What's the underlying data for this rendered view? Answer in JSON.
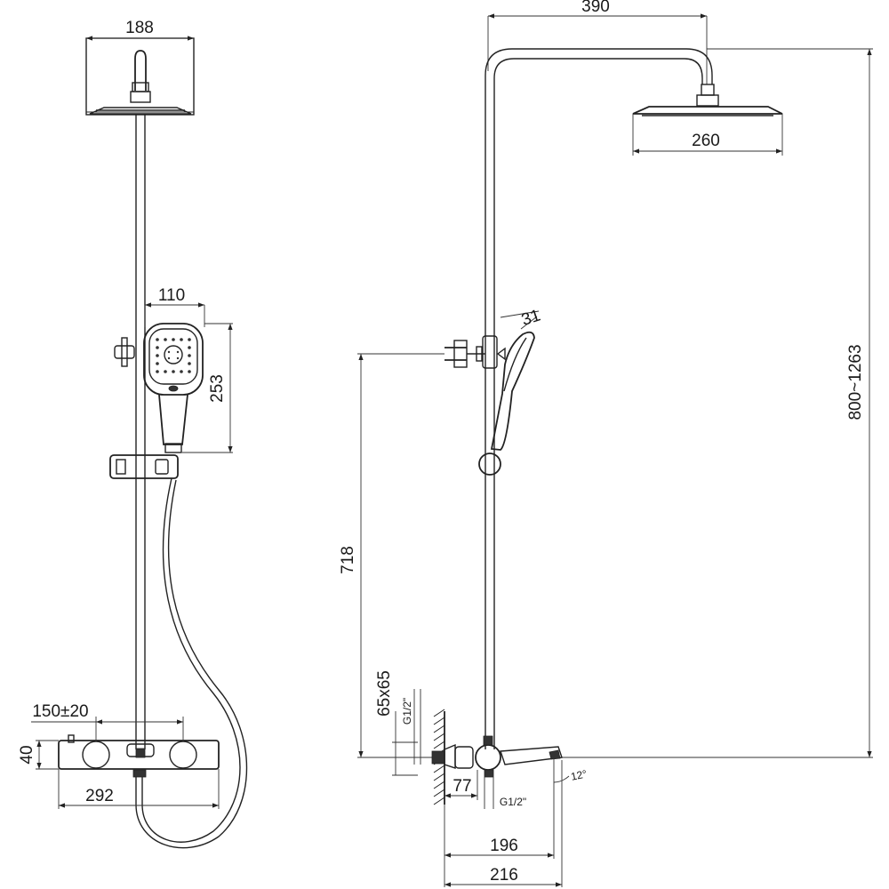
{
  "dimensions": {
    "head_plate_width": "188",
    "handshower_width": "110",
    "handshower_height": "253",
    "valve_inlet_spacing": "150±20",
    "valve_height": "40",
    "valve_length": "292",
    "arm_reach": "390",
    "head_diameter": "260",
    "handshower_depth": "31",
    "overall_height_range": "800~1263",
    "bracket_height": "718",
    "wall_plate": "65x65",
    "inlet_thread_upper": "G1/2\"",
    "inlet_offset": "77",
    "inlet_thread_lower": "G1/2\"",
    "spout_reach": "196",
    "spout_length": "216",
    "spout_angle": "12°"
  },
  "colors": {
    "line": "#222222",
    "background": "#ffffff"
  }
}
